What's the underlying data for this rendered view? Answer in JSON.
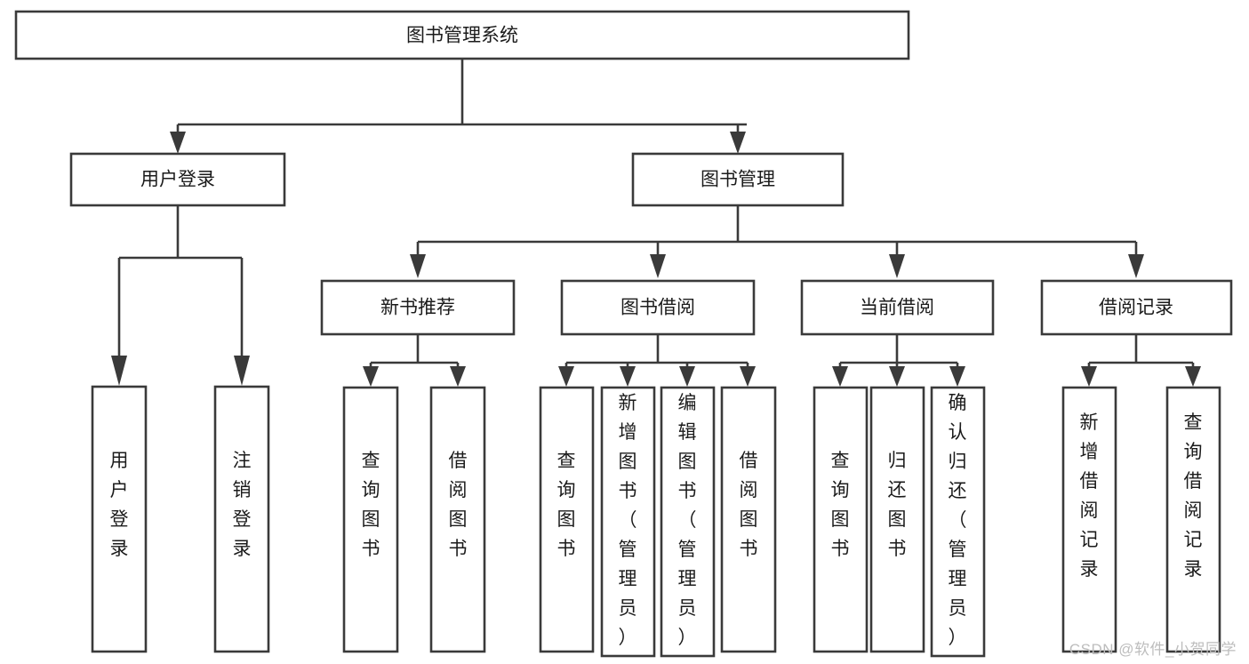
{
  "diagram": {
    "type": "hierarchy-tree",
    "title": "图书管理系统",
    "watermark": "CSDN @软件_小贺同学",
    "colors": {
      "background": "#ffffff",
      "stroke": "#3a3a3a",
      "text": "#1b1b1b",
      "watermark": "#bdbdbd"
    },
    "levels": [
      {
        "level": 1,
        "nodes": [
          {
            "id": "root",
            "label": "图书管理系统",
            "orientation": "horizontal"
          }
        ]
      },
      {
        "level": 2,
        "nodes": [
          {
            "id": "user-login",
            "label": "用户登录",
            "orientation": "horizontal",
            "parent": "root"
          },
          {
            "id": "book-manage",
            "label": "图书管理",
            "orientation": "horizontal",
            "parent": "root"
          }
        ]
      },
      {
        "level": 3,
        "nodes": [
          {
            "id": "new-book-rec",
            "label": "新书推荐",
            "orientation": "horizontal",
            "parent": "book-manage"
          },
          {
            "id": "book-borrow",
            "label": "图书借阅",
            "orientation": "horizontal",
            "parent": "book-manage"
          },
          {
            "id": "current-borrow",
            "label": "当前借阅",
            "orientation": "horizontal",
            "parent": "book-manage"
          },
          {
            "id": "borrow-record",
            "label": "借阅记录",
            "orientation": "horizontal",
            "parent": "book-manage"
          }
        ]
      },
      {
        "level": 4,
        "nodes": [
          {
            "id": "leaf-user-login",
            "label": "用户登录",
            "orientation": "vertical",
            "parent": "user-login"
          },
          {
            "id": "leaf-logout",
            "label": "注销登录",
            "orientation": "vertical",
            "parent": "user-login"
          },
          {
            "id": "leaf-query-book-1",
            "label": "查询图书",
            "orientation": "vertical",
            "parent": "new-book-rec"
          },
          {
            "id": "leaf-borrow-book-1",
            "label": "借阅图书",
            "orientation": "vertical",
            "parent": "new-book-rec"
          },
          {
            "id": "leaf-query-book-2",
            "label": "查询图书",
            "orientation": "vertical",
            "parent": "book-borrow"
          },
          {
            "id": "leaf-add-book",
            "label": "新增图书（管理员）",
            "orientation": "vertical",
            "parent": "book-borrow"
          },
          {
            "id": "leaf-edit-book",
            "label": "编辑图书（管理员）",
            "orientation": "vertical",
            "parent": "book-borrow"
          },
          {
            "id": "leaf-borrow-book-2",
            "label": "借阅图书",
            "orientation": "vertical",
            "parent": "book-borrow"
          },
          {
            "id": "leaf-query-book-3",
            "label": "查询图书",
            "orientation": "vertical",
            "parent": "current-borrow"
          },
          {
            "id": "leaf-return-book",
            "label": "归还图书",
            "orientation": "vertical",
            "parent": "current-borrow"
          },
          {
            "id": "leaf-confirm-return",
            "label": "确认归还（管理员）",
            "orientation": "vertical",
            "parent": "current-borrow"
          },
          {
            "id": "leaf-add-record",
            "label": "新增借阅记录",
            "orientation": "vertical",
            "parent": "borrow-record"
          },
          {
            "id": "leaf-query-record",
            "label": "查询借阅记录",
            "orientation": "vertical",
            "parent": "borrow-record"
          }
        ]
      }
    ]
  }
}
